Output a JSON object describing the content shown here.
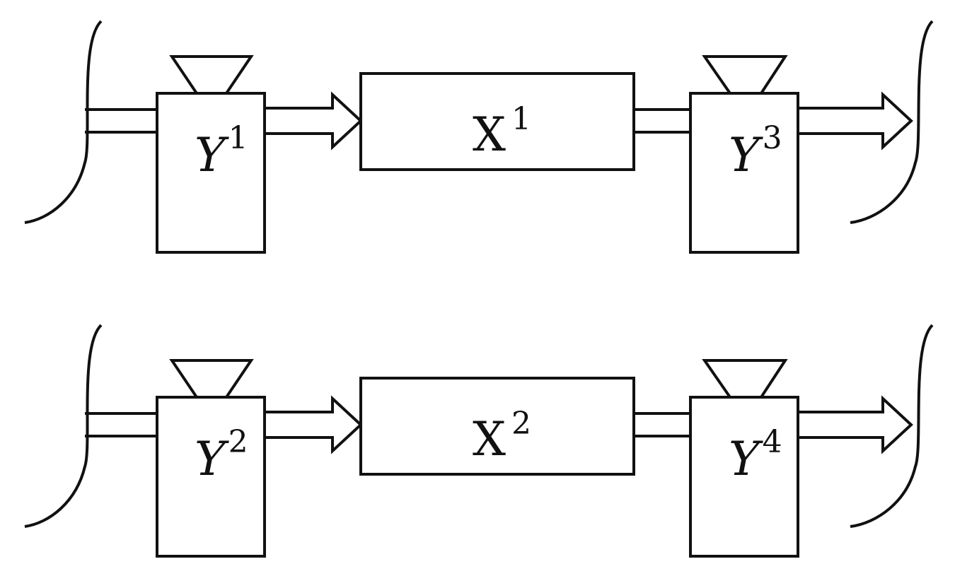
{
  "diagram": {
    "rows": [
      {
        "left_block": {
          "base": "Y",
          "sup": "1"
        },
        "center_block": {
          "base": "X",
          "sup": "1"
        },
        "right_block": {
          "base": "Y",
          "sup": "3"
        }
      },
      {
        "left_block": {
          "base": "Y",
          "sup": "2"
        },
        "center_block": {
          "base": "X",
          "sup": "2"
        },
        "right_block": {
          "base": "Y",
          "sup": "4"
        }
      }
    ]
  }
}
